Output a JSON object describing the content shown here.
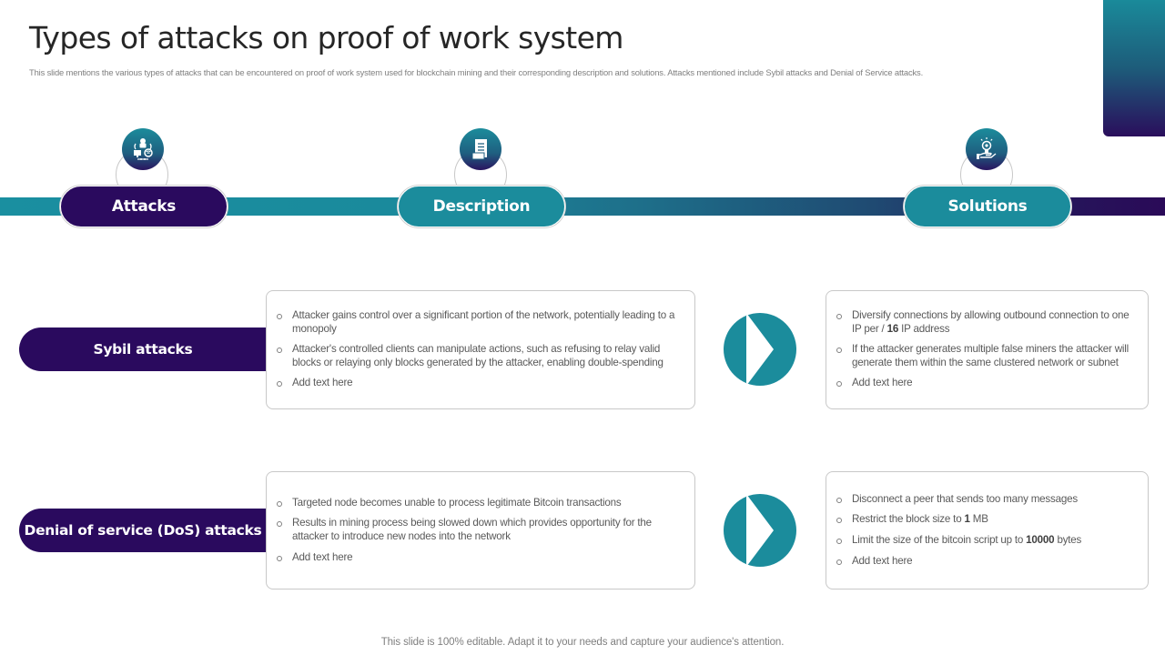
{
  "slide": {
    "title": "Types of attacks on proof of work system",
    "subtitle": "This slide mentions the various types of attacks that can be encountered on proof of work system used for blockchain mining and their corresponding description and solutions. Attacks mentioned include Sybil attacks and Denial of Service attacks.",
    "footer": "This slide is 100% editable. Adapt it to your needs and capture your audience's attention."
  },
  "colors": {
    "dark_purple": "#2a0a5e",
    "teal": "#1b8c9c",
    "text_gray": "#595959"
  },
  "header": {
    "columns": [
      {
        "label": "Attacks",
        "icon": "hacker-network-icon"
      },
      {
        "label": "Description",
        "icon": "document-icon"
      },
      {
        "label": "Solutions",
        "icon": "lightbulb-hand-icon"
      }
    ]
  },
  "rows": [
    {
      "attack": "Sybil attacks",
      "description": [
        "Attacker gains control over a significant portion of the network, potentially leading to a monopoly",
        "Attacker's controlled clients can manipulate actions, such as refusing to relay valid blocks or relaying only blocks generated by the attacker, enabling double-spending",
        "Add text here"
      ],
      "solutions": [
        {
          "pre": "Diversify connections by allowing outbound connection to one IP per / ",
          "bold": "16",
          "post": " IP address"
        },
        {
          "pre": "If the attacker generates multiple false miners the attacker will generate them within the same clustered network or subnet",
          "bold": "",
          "post": ""
        },
        {
          "pre": "Add text here",
          "bold": "",
          "post": ""
        }
      ]
    },
    {
      "attack": "Denial of service (DoS) attacks",
      "description": [
        "Targeted node becomes unable to process legitimate Bitcoin transactions",
        "Results in mining process being slowed down which provides opportunity for the attacker to introduce new nodes into the network",
        "Add text here"
      ],
      "solutions": [
        {
          "pre": "Disconnect a peer that sends too many messages",
          "bold": "",
          "post": ""
        },
        {
          "pre": "Restrict the block size to ",
          "bold": "1",
          "post": " MB"
        },
        {
          "pre": "Limit the size of the bitcoin script up to ",
          "bold": "10000",
          "post": " bytes"
        },
        {
          "pre": "Add text here",
          "bold": "",
          "post": ""
        }
      ]
    }
  ]
}
